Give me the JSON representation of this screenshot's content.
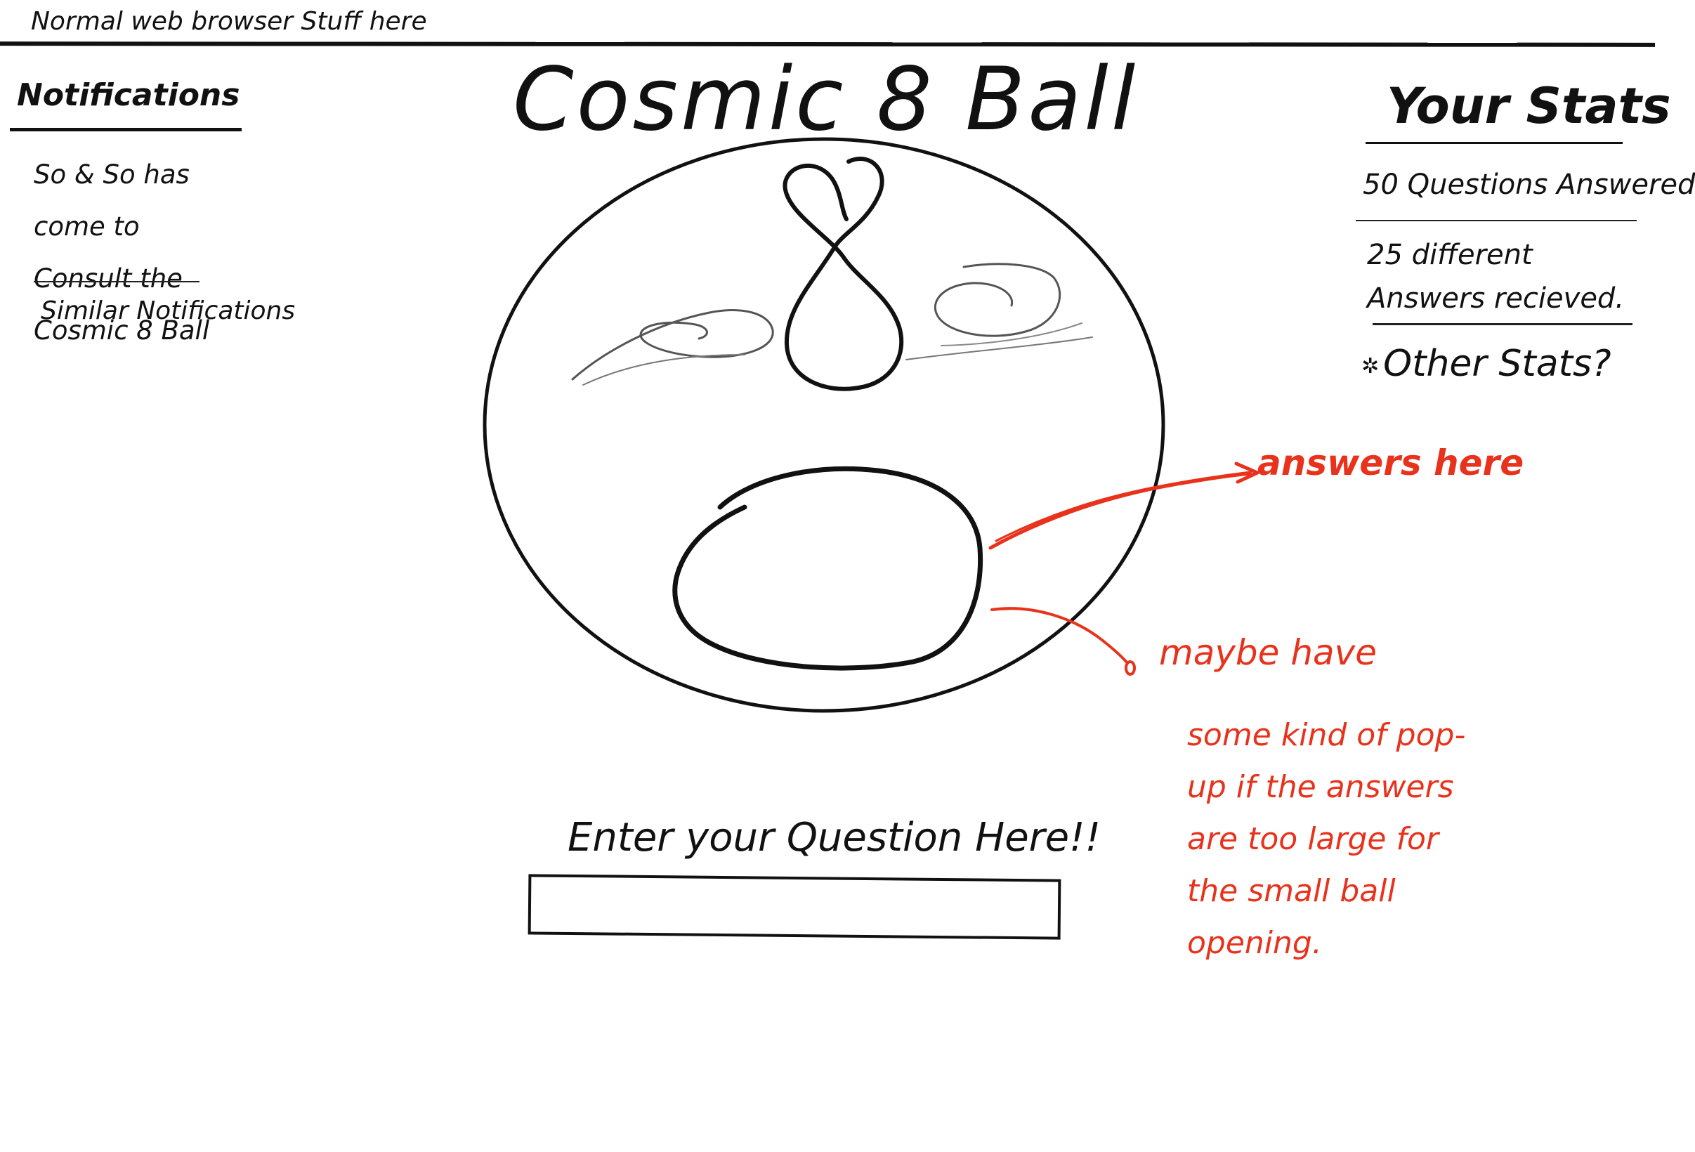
{
  "browser": {
    "placeholder_text": "Normal web browser Stuff here"
  },
  "notifications": {
    "title": "Notifications",
    "items": [
      "So & So has come to Consult the Cosmic 8 Ball",
      "Similar Notifications"
    ]
  },
  "page": {
    "title": "Cosmic 8 Ball"
  },
  "stats": {
    "title": "Your Stats",
    "items": [
      "50 Questions Answered",
      "25 different Answers recieved.",
      "Other Stats?"
    ]
  },
  "annotations": {
    "answers": "answers here",
    "maybe": "maybe have",
    "popup": "some kind of pop-up if the answers are too large for the small ball opening."
  },
  "question": {
    "label": "Enter your Question Here!!",
    "value": ""
  },
  "colors": {
    "ink": "#111111",
    "annotation": "#e8321c",
    "background": "#ffffff"
  }
}
